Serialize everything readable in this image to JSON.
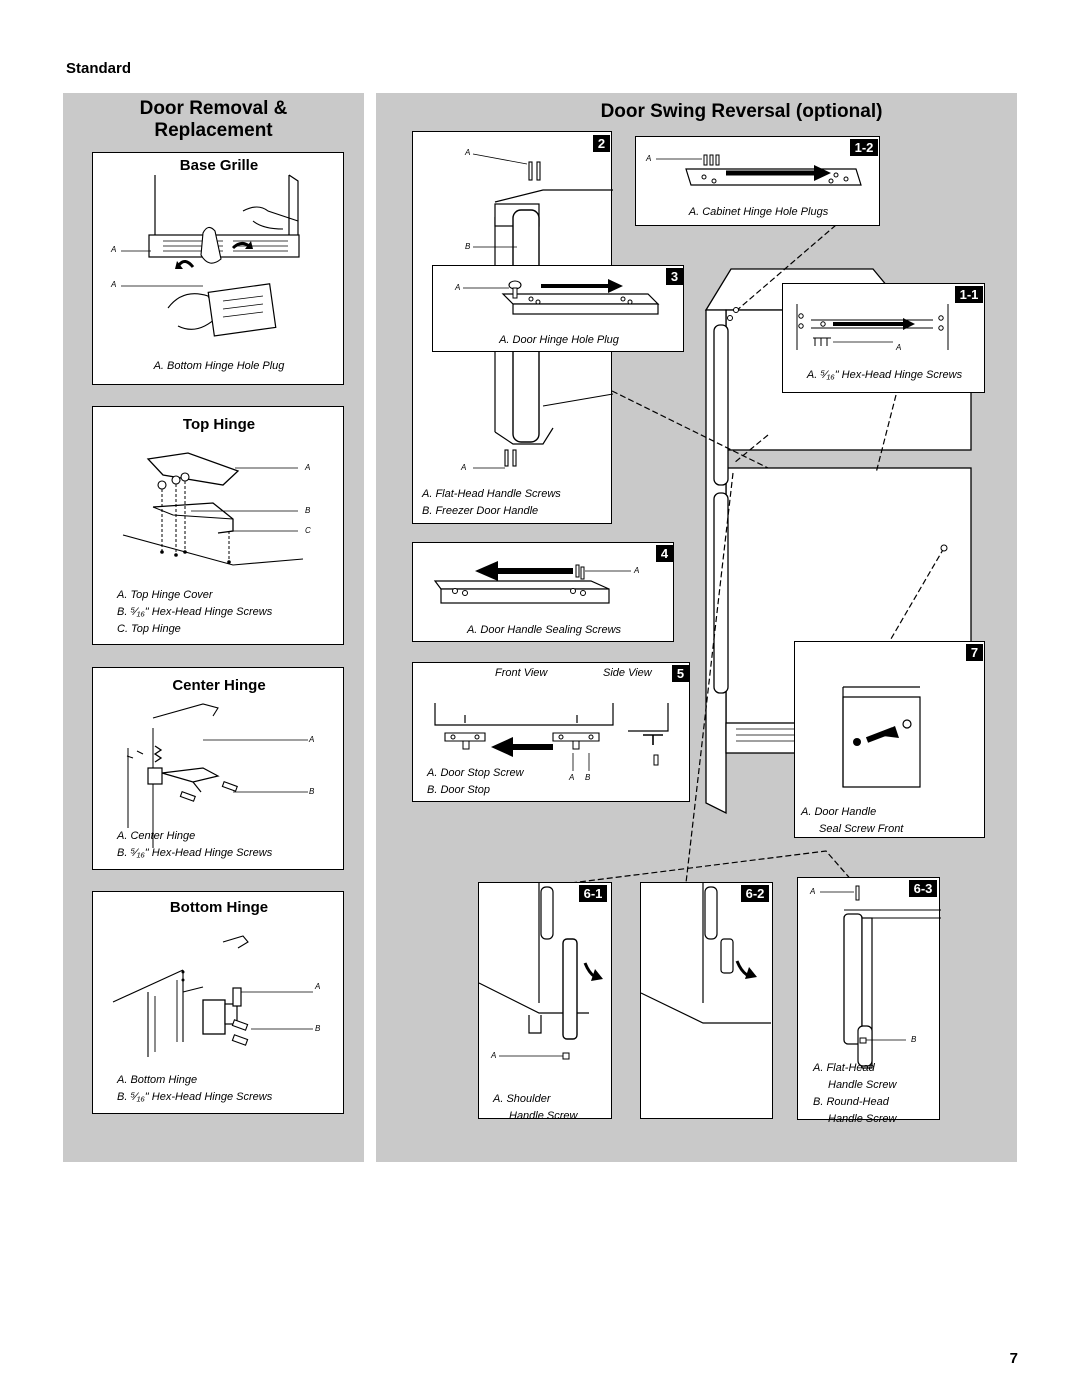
{
  "section": "Standard",
  "page_number": "7",
  "left_panel": {
    "title_line1": "Door Removal &",
    "title_line2": "Replacement",
    "base_grille": {
      "title": "Base Grille",
      "letters": [
        "A",
        "A"
      ],
      "captions": [
        "A. Bottom Hinge Hole Plug"
      ]
    },
    "top_hinge": {
      "title": "Top Hinge",
      "letters": [
        "A",
        "B",
        "C"
      ],
      "captions": [
        "A. Top Hinge Cover",
        "B. ⁵⁄₁₆\" Hex-Head Hinge Screws",
        "C. Top Hinge"
      ]
    },
    "center_hinge": {
      "title": "Center Hinge",
      "letters": [
        "A",
        "B"
      ],
      "captions": [
        "A. Center Hinge",
        "B. ⁵⁄₁₆\" Hex-Head Hinge Screws"
      ]
    },
    "bottom_hinge": {
      "title": "Bottom Hinge",
      "letters": [
        "A",
        "B"
      ],
      "captions": [
        "A. Bottom Hinge",
        "B. ⁵⁄₁₆\" Hex-Head Hinge Screws"
      ]
    }
  },
  "right_panel": {
    "title": "Door Swing Reversal (optional)",
    "step_2": {
      "badge": "2",
      "letters": [
        "A",
        "B",
        "A"
      ],
      "captions": [
        "A. Flat-Head Handle Screws",
        "B. Freezer Door Handle"
      ]
    },
    "step_3": {
      "badge": "3",
      "letters": [
        "A"
      ],
      "captions": [
        "A. Door Hinge Hole Plug"
      ]
    },
    "step_1_2": {
      "badge": "1-2",
      "letters": [
        "A"
      ],
      "captions": [
        "A. Cabinet Hinge Hole Plugs"
      ]
    },
    "step_1_1": {
      "badge": "1-1",
      "letters": [
        "A"
      ],
      "captions": [
        "A. ⁵⁄₁₆\" Hex-Head Hinge Screws"
      ]
    },
    "step_4": {
      "badge": "4",
      "letters": [
        "A"
      ],
      "captions": [
        "A. Door Handle Sealing Screws"
      ]
    },
    "step_5": {
      "badge": "5",
      "front_view": "Front View",
      "side_view": "Side View",
      "letters": [
        "A",
        "B"
      ],
      "captions": [
        "A. Door Stop Screw",
        "B. Door Stop"
      ]
    },
    "step_7": {
      "badge": "7",
      "captions": [
        "A. Door Handle",
        "Seal Screw Front"
      ]
    },
    "step_6_1": {
      "badge": "6-1",
      "letters": [
        "A"
      ],
      "captions": [
        "A. Shoulder",
        "Handle Screw"
      ]
    },
    "step_6_2": {
      "badge": "6-2"
    },
    "step_6_3": {
      "badge": "6-3",
      "letters": [
        "A",
        "B"
      ],
      "captions": [
        "A. Flat-Head",
        "Handle Screw",
        "B. Round-Head",
        "Handle Screw"
      ]
    }
  }
}
